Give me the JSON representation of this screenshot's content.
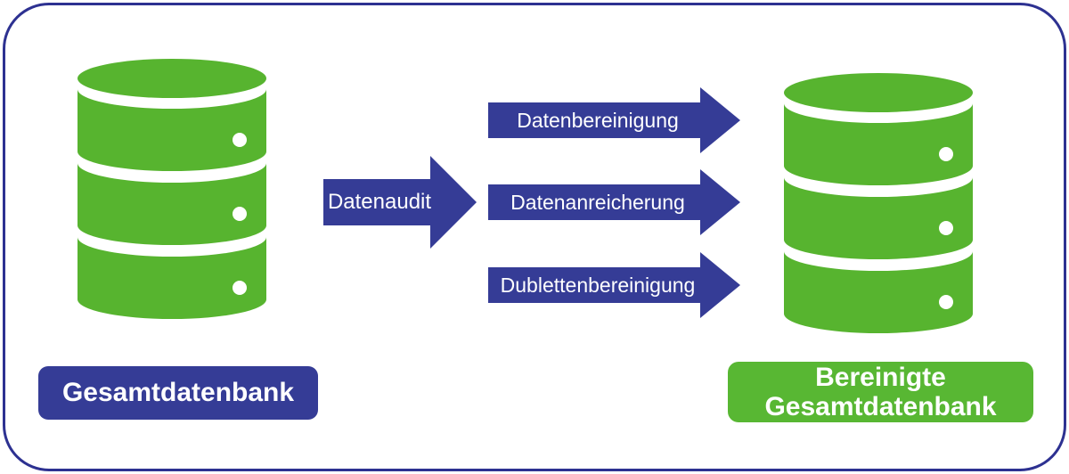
{
  "diagram": {
    "source_database": {
      "label": "Gesamtdatenbank",
      "icon": "database-icon"
    },
    "audit_arrow": {
      "label": "Datenaudit"
    },
    "process_arrows": [
      {
        "label": "Datenbereinigung"
      },
      {
        "label": "Datenanreicherung"
      },
      {
        "label": "Dublettenbereinigung"
      }
    ],
    "result_database": {
      "label_line1": "Bereinigte",
      "label_line2": "Gesamtdatenbank",
      "icon": "database-icon"
    },
    "colors": {
      "navy": "#353c96",
      "border_navy": "#2d3191",
      "green": "#58b733",
      "icon_green": "#57b42f",
      "text_on_fill": "#ffffff",
      "background": "#ffffff"
    }
  }
}
